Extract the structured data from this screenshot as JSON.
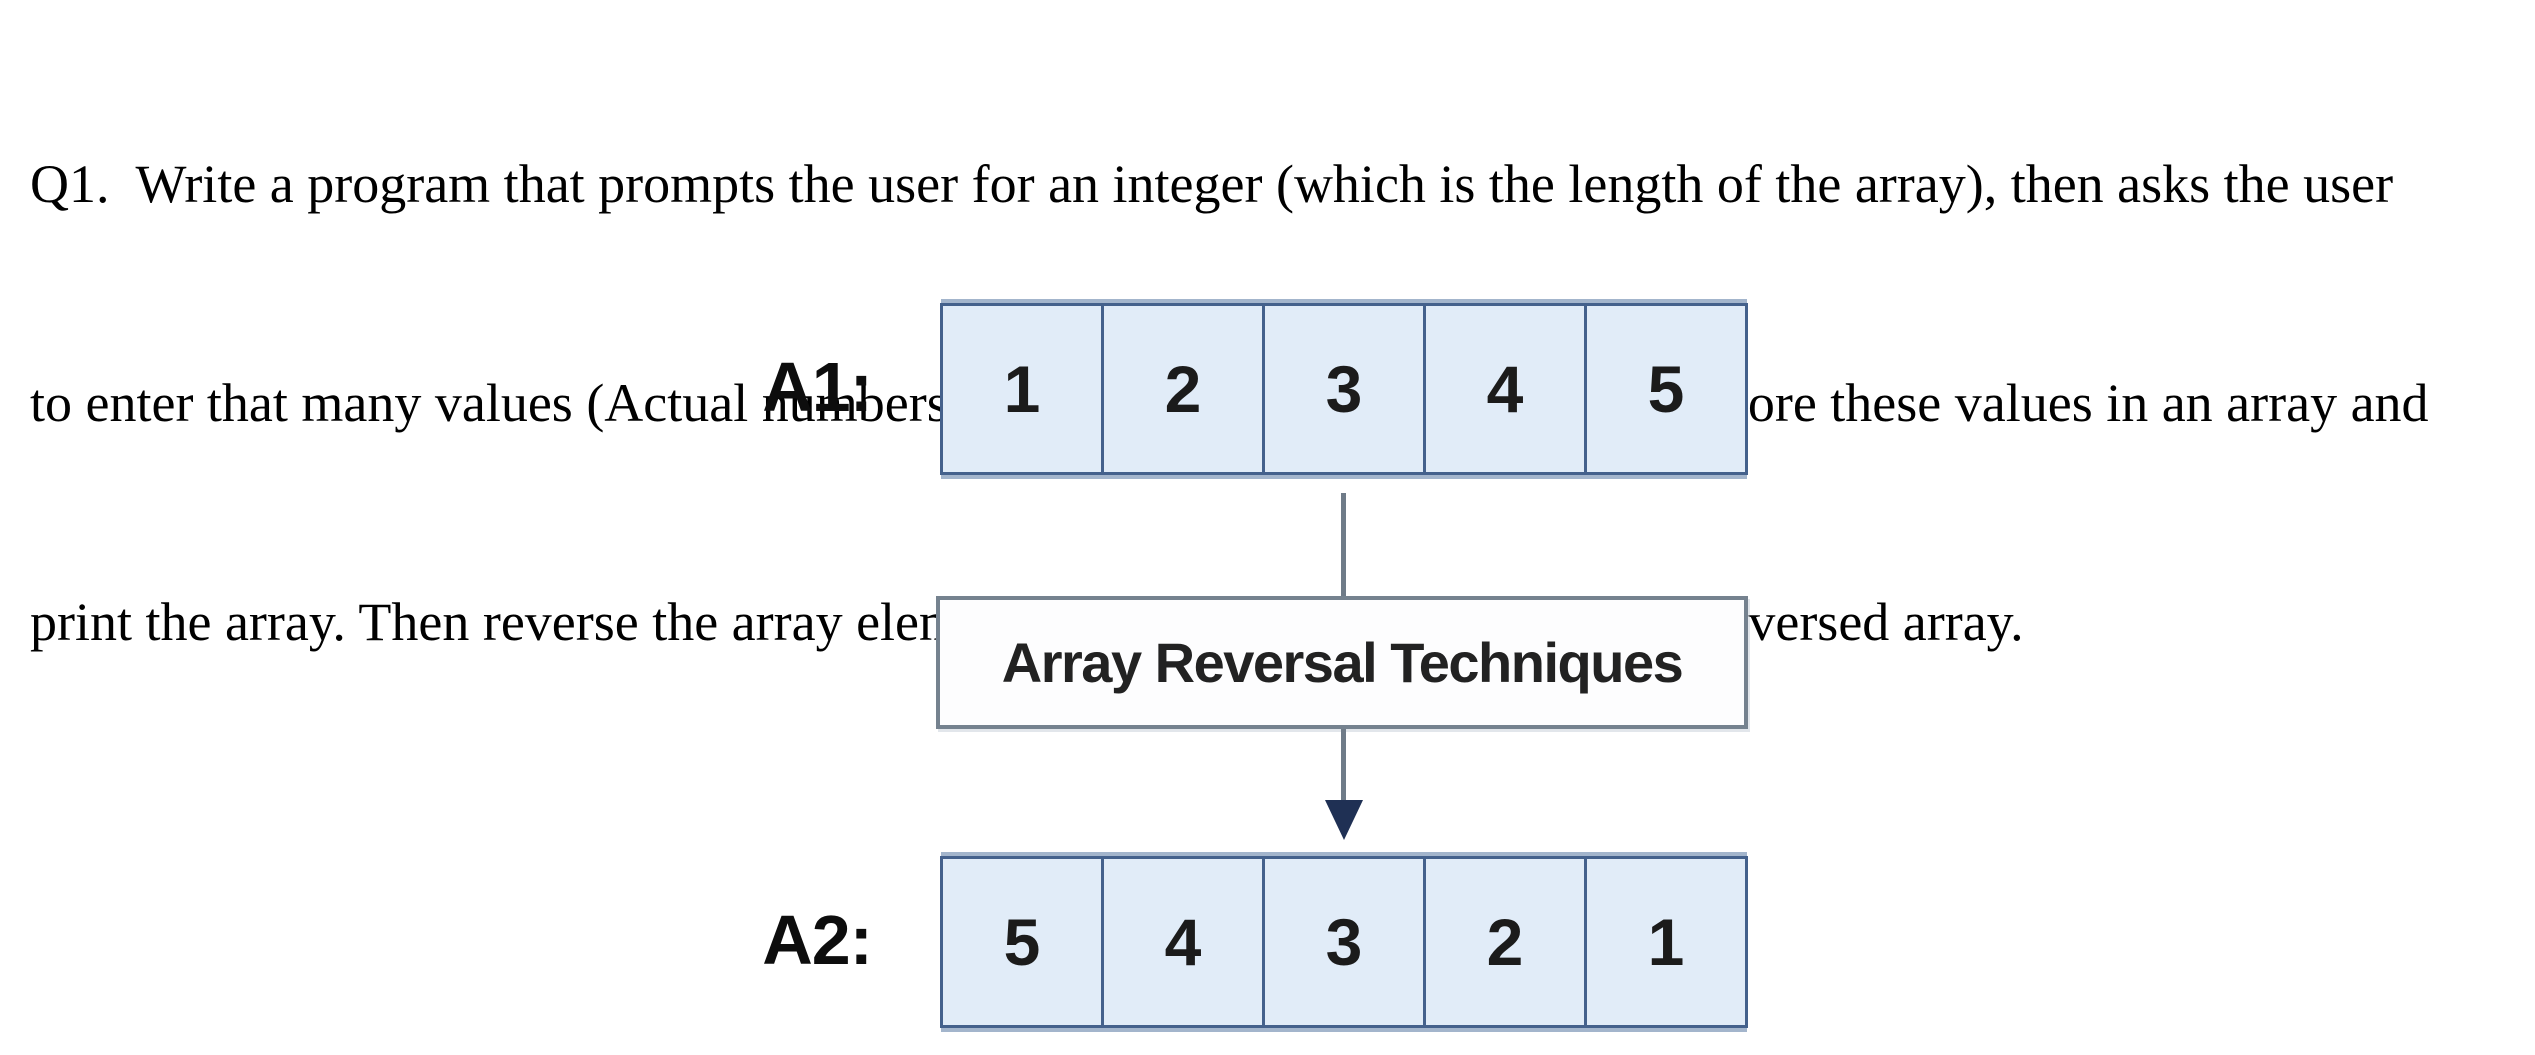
{
  "question": {
    "lines": [
      "Q1.  Write a program that prompts the user for an integer (which is the length of the array), then asks the user",
      "to enter that many values (Actual numbers in an array, separated by a space). Store these values in an array and",
      "print the array. Then reverse the array elements as shown below and print the reversed array."
    ]
  },
  "diagram": {
    "array1": {
      "label": "A1:",
      "values": [
        "1",
        "2",
        "3",
        "4",
        "5"
      ]
    },
    "process": {
      "label": "Array Reversal Techniques"
    },
    "array2": {
      "label": "A2:",
      "values": [
        "5",
        "4",
        "3",
        "2",
        "1"
      ]
    },
    "colors": {
      "cell_fill": "#e1ecf8",
      "cell_border": "#44618c",
      "bevel": "#a3b5cc",
      "process_fill": "#fdfdfe",
      "process_border": "#75828f",
      "connector": "#6f7b88",
      "arrowhead": "#1f3054"
    }
  }
}
